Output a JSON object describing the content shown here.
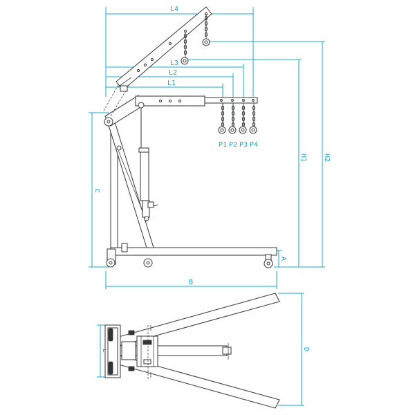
{
  "diagram": {
    "dimensions": {
      "L4": "L4",
      "L3": "L3",
      "L2": "L2",
      "L1": "L1",
      "H1": "H1",
      "H2": "H2",
      "C": "C",
      "A": "A",
      "B": "B",
      "D": "D",
      "E": "E"
    },
    "positions": [
      "P1",
      "P2",
      "P3",
      "P4"
    ],
    "colors": {
      "dimension": "#1aa7d8",
      "outline": "#444444"
    }
  }
}
